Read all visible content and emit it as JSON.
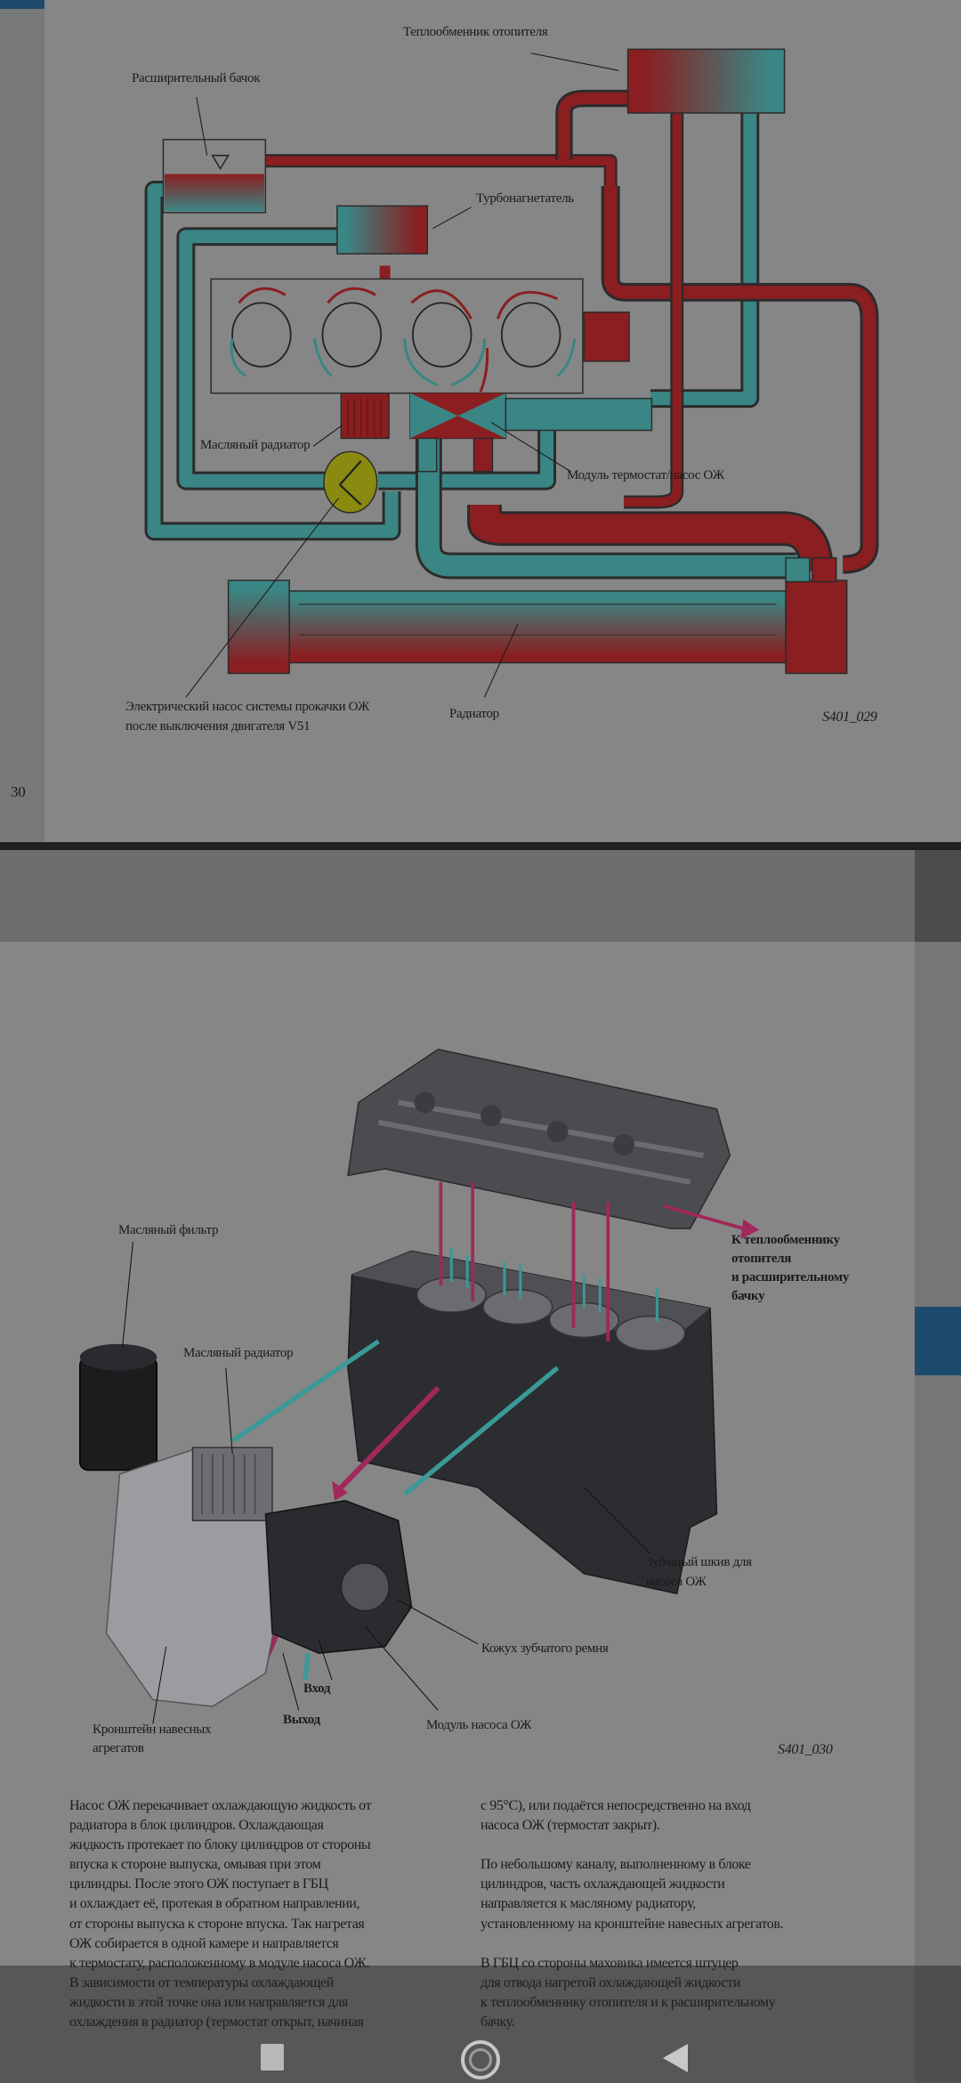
{
  "page1": {
    "page_number": "30",
    "figure_id": "S401_029",
    "labels": {
      "heater_core": "Теплообменник отопителя",
      "expansion_tank": "Расширительный бачок",
      "turbocharger": "Турбонагнетатель",
      "oil_cooler": "Масляный радиатор",
      "thermostat_module": "Модуль термостат/насос ОЖ",
      "electric_pump_line1": "Электрический насос системы прокачки ОЖ",
      "electric_pump_line2": "после выключения двигателя V51",
      "radiator": "Радиатор"
    }
  },
  "page2": {
    "figure_id": "S401_030",
    "labels": {
      "oil_filter": "Масляный фильтр",
      "to_heater": [
        "К теплообменнику",
        "отопителя",
        "и расширительному",
        "бачку"
      ],
      "oil_cooler": "Масляный радиатор",
      "toothed_pulley": [
        "Зубчатый шкив для",
        "насоса ОЖ"
      ],
      "belt_cover": "Кожух зубчатого ремня",
      "inlet": "Вход",
      "outlet": "Выход",
      "pump_module": "Модуль насоса ОЖ",
      "bracket": [
        "Кронштейн навесных",
        "агрегатов"
      ]
    },
    "text_left": [
      "Насос ОЖ перекачивает охлаждающую жидкость от",
      "радиатора в блок цилиндров. Охлаждающая",
      "жидкость протекает по блоку цилиндров от стороны",
      "впуска к стороне выпуска, омывая при этом",
      "цилиндры. После этого ОЖ поступает в ГБЦ",
      "и охлаждает её, протекая в обратном направлении,",
      "от стороны выпуска к стороне впуска. Так нагретая",
      "ОЖ собирается в одной камере и направляется",
      "к термостату, расположенному в модуле насоса ОЖ.",
      "В зависимости от температуры охлаждающей",
      "жидкости в этой точке она или направляется для",
      "охлаждения в радиатор (термостат открыт, начиная"
    ],
    "text_right_p1": [
      "с 95°C), или подаётся непосредственно на вход",
      "насоса ОЖ (термостат закрыт)."
    ],
    "text_right_p2": [
      "По небольшому каналу, выполненному в блоке",
      "цилиндров, часть охлаждающей жидкости",
      "направляется к масляному радиатору,",
      "установленному на кронштейне навесных агрегатов."
    ],
    "text_right_p3": [
      "В ГБЦ со стороны маховика имеется штуцер",
      "для отвода нагретой охлаждающей жидкости",
      "к теплообменнику отопителя и к расширительному",
      "бачку."
    ]
  },
  "colors": {
    "hot": "#8a1e20",
    "cold": "#3a8684",
    "accent_tab": "#1c4b6e",
    "page_bg": "#868686"
  },
  "nav": {
    "recents": "recents-icon",
    "home": "home-icon",
    "back": "back-icon"
  }
}
